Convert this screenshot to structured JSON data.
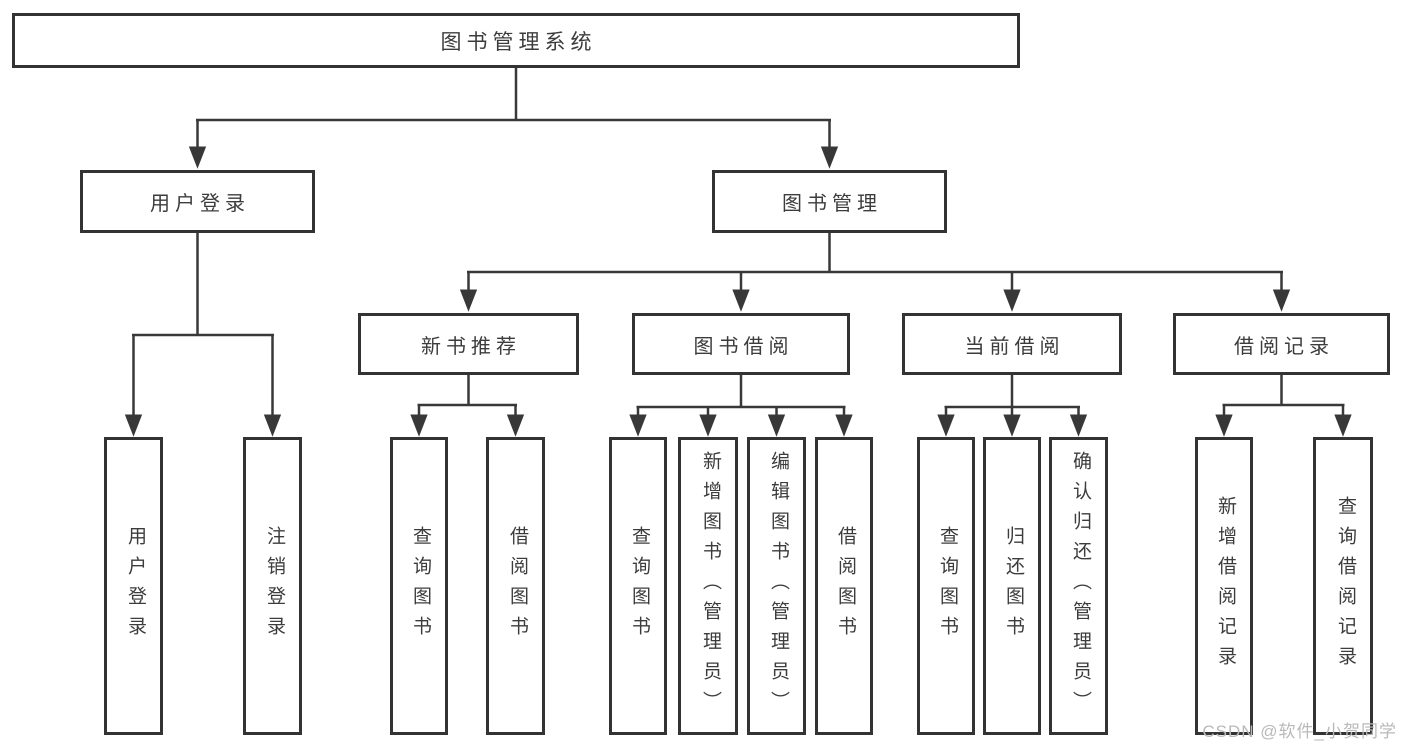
{
  "tree": {
    "root": "图书管理系统",
    "level2": [
      {
        "label": "用户登录",
        "children": [
          "用户登录",
          "注销登录"
        ]
      },
      {
        "label": "图书管理",
        "groups": [
          {
            "label": "新书推荐",
            "children": [
              "查询图书",
              "借阅图书"
            ]
          },
          {
            "label": "图书借阅",
            "children": [
              "查询图书",
              "新增图书（管理员）",
              "编辑图书（管理员）",
              "借阅图书"
            ]
          },
          {
            "label": "当前借阅",
            "children": [
              "查询图书",
              "归还图书",
              "确认归还（管理员）"
            ]
          },
          {
            "label": "借阅记录",
            "children": [
              "新增借阅记录",
              "查询借阅记录"
            ]
          }
        ]
      }
    ]
  },
  "watermark": "CSDN @软件_小贺同学",
  "colors": {
    "line": "#383838",
    "box_border": "#333333",
    "text": "#3c3c3c",
    "watermark": "#b9b9b9",
    "background": "#ffffff"
  }
}
